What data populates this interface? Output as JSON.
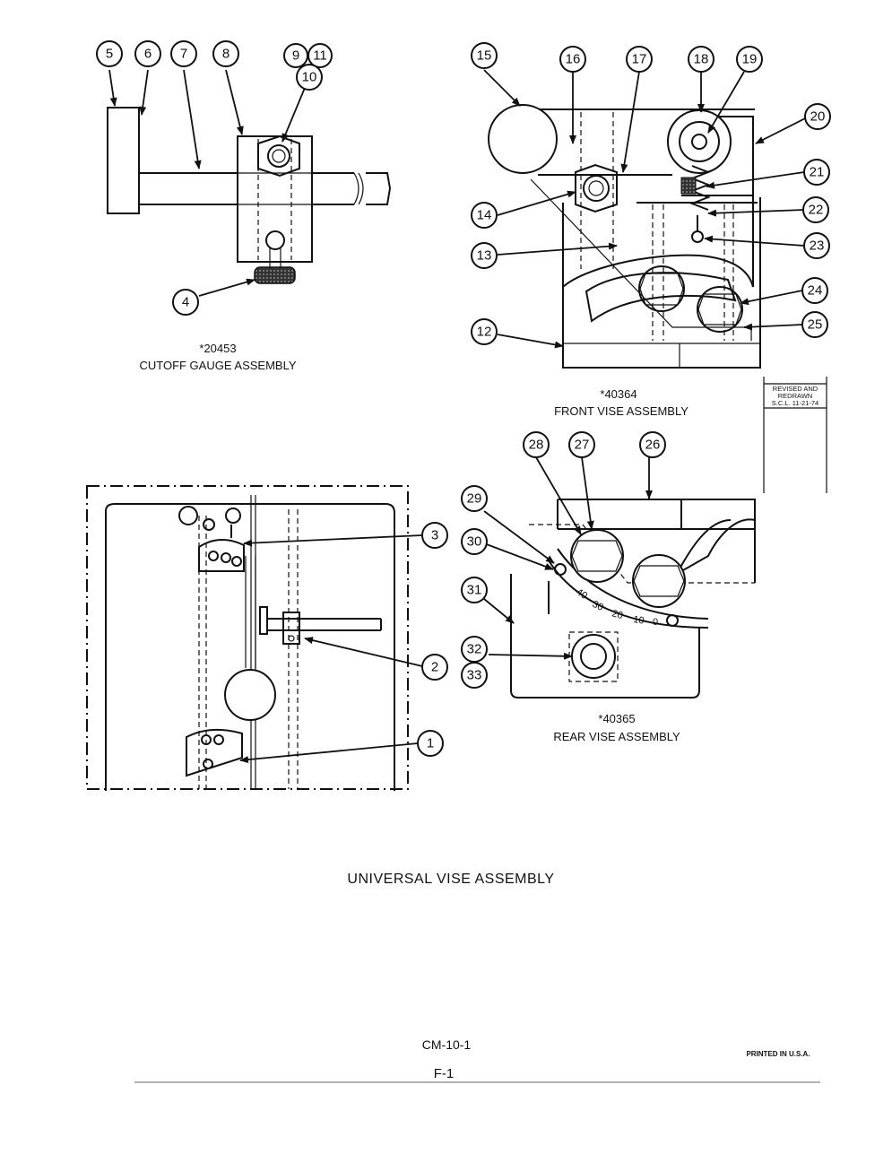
{
  "assemblies": {
    "cutoff": {
      "number": "*20453",
      "title": "CUTOFF GAUGE ASSEMBLY"
    },
    "front": {
      "number": "*40364",
      "title": "FRONT VISE ASSEMBLY"
    },
    "rear": {
      "number": "*40365",
      "title": "REAR VISE ASSEMBLY"
    }
  },
  "revision": {
    "line1": "REVISED AND",
    "line2": "REDRAWN",
    "line3": "S.C.L. 11-21-74"
  },
  "main_title": "UNIVERSAL VISE ASSEMBLY",
  "footer": {
    "doc_code": "CM-10-1",
    "page": "F-1",
    "printed": "PRINTED IN U.S.A."
  },
  "scale_ticks": [
    "40",
    "30",
    "20",
    "10",
    "0"
  ],
  "callouts": [
    "1",
    "2",
    "3",
    "4",
    "5",
    "6",
    "7",
    "8",
    "9",
    "10",
    "11",
    "12",
    "13",
    "14",
    "15",
    "16",
    "17",
    "18",
    "19",
    "20",
    "21",
    "22",
    "23",
    "24",
    "25",
    "26",
    "27",
    "28",
    "29",
    "30",
    "31",
    "32",
    "33"
  ]
}
